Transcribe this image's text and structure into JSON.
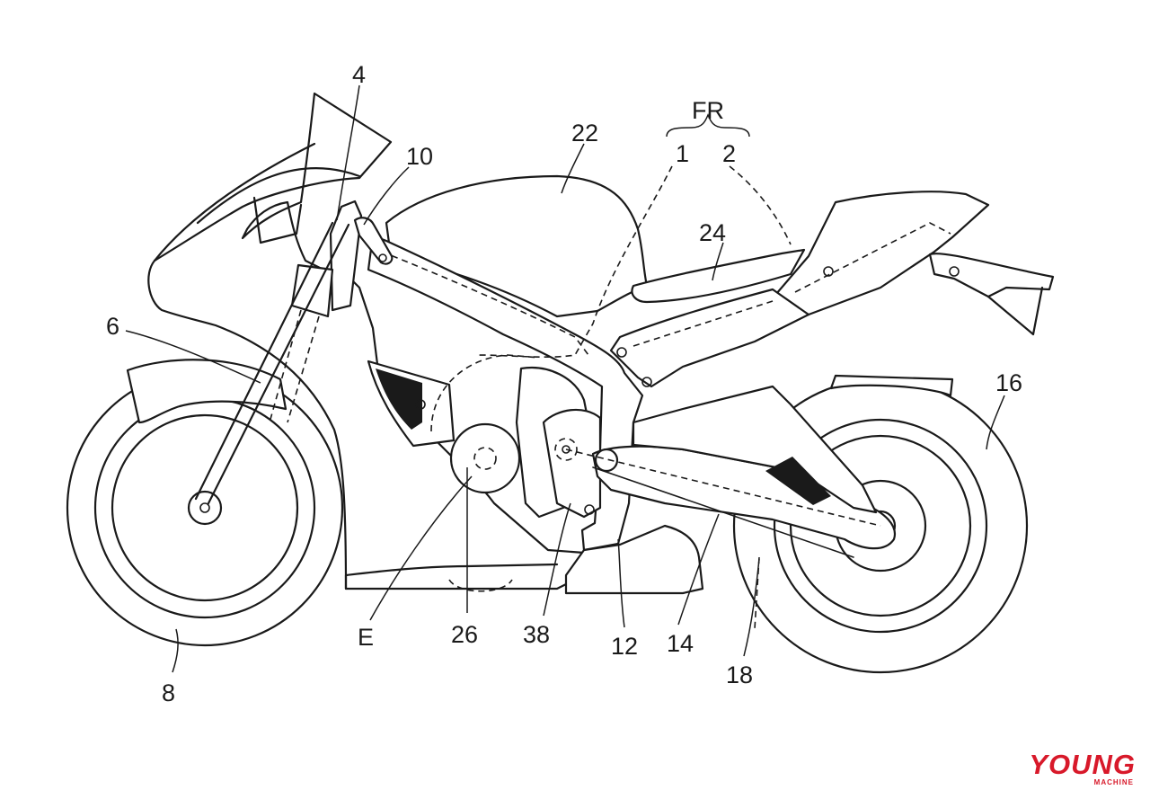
{
  "diagram": {
    "reference_labels": {
      "direction": "FR",
      "r1": "1",
      "r2": "2",
      "r4": "4",
      "r6": "6",
      "r8": "8",
      "r10": "10",
      "r12": "12",
      "r14": "14",
      "r16": "16",
      "r18": "18",
      "r22": "22",
      "r24": "24",
      "r26": "26",
      "r38": "38",
      "engine": "E"
    }
  },
  "watermark": {
    "brand": "YOUNG",
    "sub": "MACHINE",
    "color": "#d8192a"
  }
}
